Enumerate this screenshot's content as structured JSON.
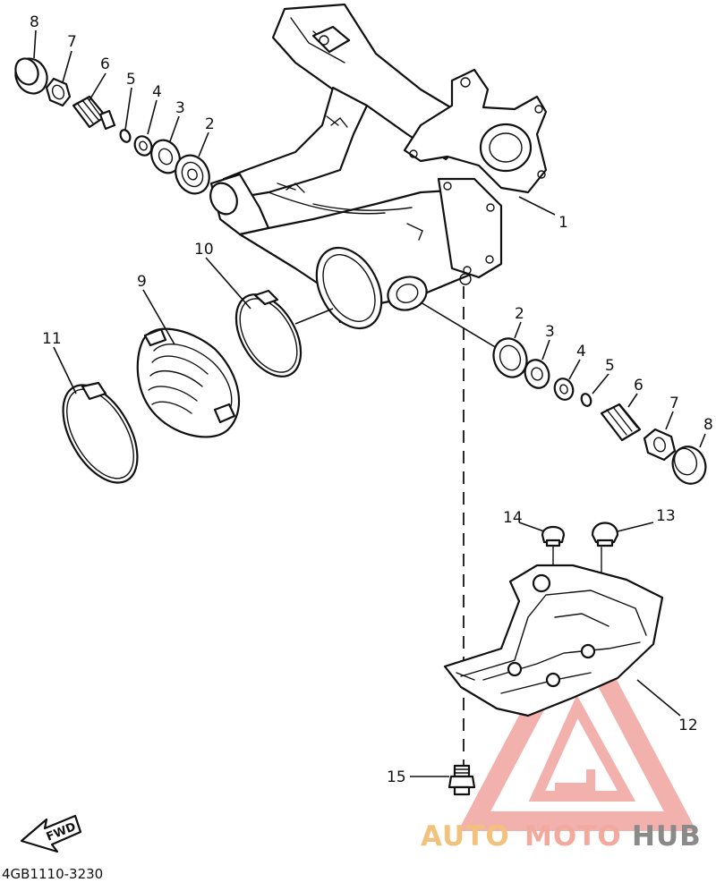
{
  "diagram": {
    "code": "4GB1110-3230",
    "fwd_label": "FWD",
    "callouts": [
      "1",
      "2",
      "3",
      "4",
      "5",
      "6",
      "7",
      "8",
      "9",
      "10",
      "11",
      "12",
      "13",
      "14",
      "15"
    ]
  },
  "watermark": {
    "word_1": "AUTO",
    "word_2": "MOTO",
    "word_3": "HUB",
    "colors": {
      "auto": "#f2c27d",
      "moto": "#f2a99e",
      "hub": "#8a8a8a",
      "triangle": "#e8736b"
    }
  }
}
